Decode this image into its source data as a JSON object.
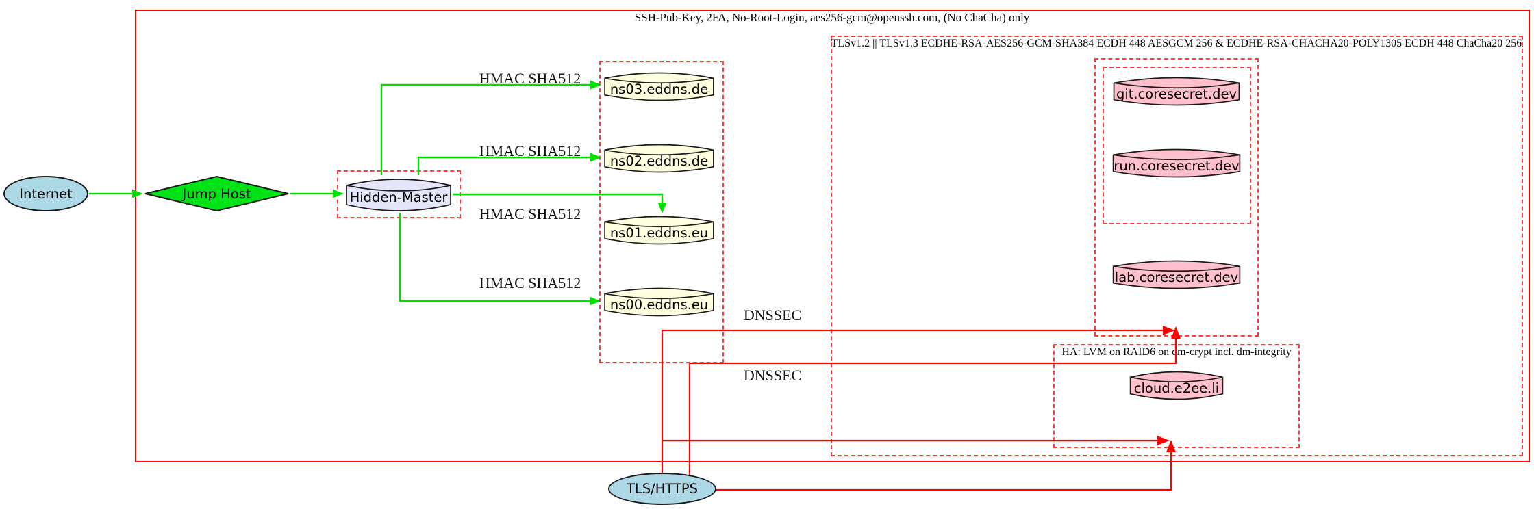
{
  "clusters": {
    "ssh": {
      "label": "SSH-Pub-Key, 2FA, No-Root-Login, aes256-gcm@openssh.com, (No ChaCha) only"
    },
    "tls": {
      "label": "TLSv1.2 || TLSv1.3 ECDHE-RSA-AES256-GCM-SHA384 ECDH 448 AESGCM 256 & ECDHE-RSA-CHACHA20-POLY1305 ECDH 448 ChaCha20 256"
    },
    "ha": {
      "label": "HA: LVM on RAID6 on dm-crypt incl. dm-integrity"
    }
  },
  "nodes": {
    "internet": "Internet",
    "jump_host": "Jump Host",
    "hidden_master": "Hidden-Master",
    "ns03": "ns03.eddns.de",
    "ns02": "ns02.eddns.de",
    "ns01": "ns01.eddns.eu",
    "ns00": "ns00.eddns.eu",
    "git": "git.coresecret.dev",
    "run": "run.coresecret.dev",
    "lab": "lab.coresecret.dev",
    "cloud": "cloud.e2ee.li",
    "tls_https": "TLS/HTTPS"
  },
  "edge_labels": {
    "hmac_ns03": "HMAC SHA512",
    "hmac_ns02": "HMAC SHA512",
    "hmac_ns01": "HMAC SHA512",
    "hmac_ns00": "HMAC SHA512",
    "dnssec_upper": "DNSSEC",
    "dnssec_lower": "DNSSEC"
  },
  "colors": {
    "edge_green": "#00E000",
    "edge_red": "#FF0000",
    "cluster_border_red": "#FF3B3B",
    "internet_fill": "#ADD8E6",
    "jump_host_fill": "#00E316",
    "hidden_master_fill": "#E6E6FA",
    "ns_fill": "#FFFFE0",
    "service_fill": "#FFC0CB",
    "node_stroke": "#1A1A1A"
  }
}
